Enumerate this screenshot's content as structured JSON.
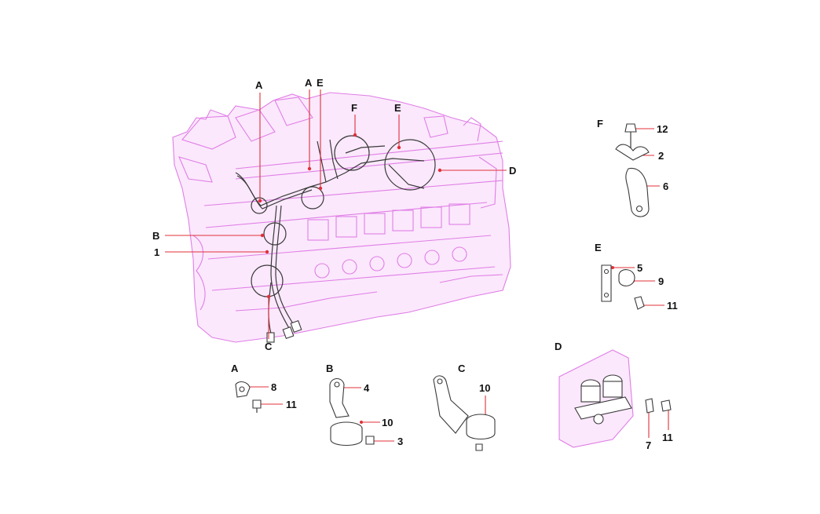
{
  "callouts": {
    "A_left": "A",
    "A_right": "A",
    "E_top": "E",
    "F_top": "F",
    "E_mid": "E",
    "D_main": "D",
    "B_main": "B",
    "n1_main": "1",
    "C_main": "C",
    "F_detail": "F",
    "n12": "12",
    "n2": "2",
    "n6": "6",
    "E_detail": "E",
    "n5": "5",
    "n9": "9",
    "n11_E": "11",
    "D_detail": "D",
    "n7": "7",
    "n11_D": "11",
    "A_detail": "A",
    "n8": "8",
    "n11_A": "11",
    "B_detail": "B",
    "n4": "4",
    "n10_B": "10",
    "n3": "3",
    "C_detail": "C",
    "n10_C": "10"
  },
  "colors": {
    "engine": "#e07ee6",
    "leader": "#e0303a",
    "parts": "#3a3a3a"
  }
}
